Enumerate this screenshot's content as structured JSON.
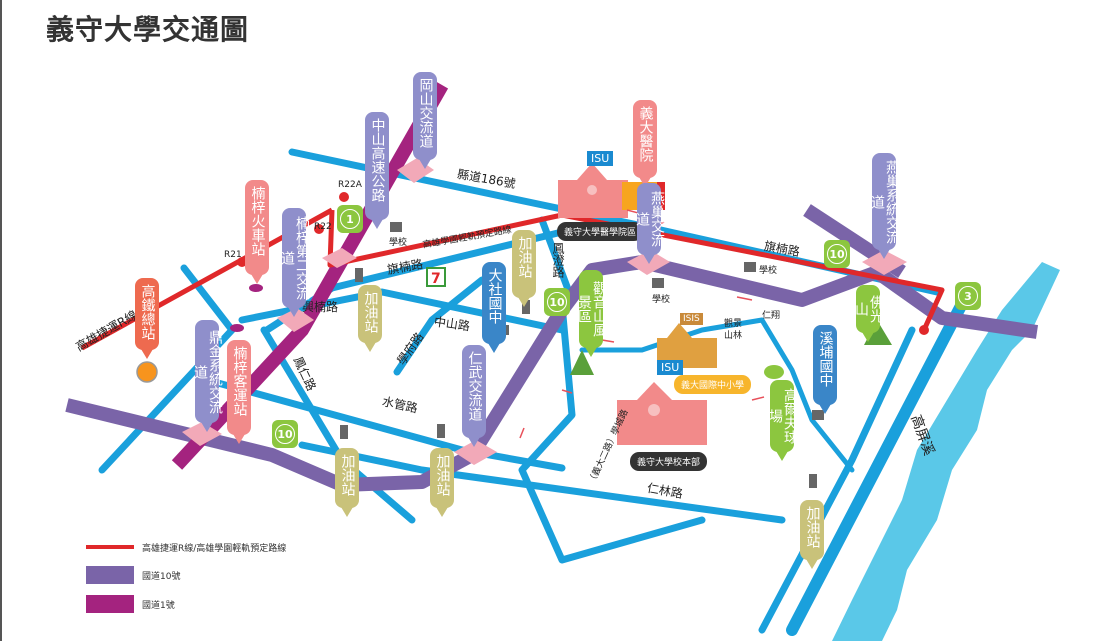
{
  "title": "義守大學交通圖",
  "colors": {
    "road": "#1aa0dc",
    "mrt": "#e0282a",
    "freeway10": "#7a64a8",
    "freeway1": "#a4237f",
    "river": "#5ac8e8",
    "interchange": "#8f8fcb",
    "station": "#f28a8a",
    "gas": "#c9c27a",
    "school": "#3a86c8",
    "green": "#8cc63f",
    "hsr": "#ee6a4f"
  },
  "callouts": [
    "岡山交流道",
    "中山高速公路",
    "楠梓火車站",
    "楠梓第二交流道",
    "高鐵總站",
    "鼎金系統交流道",
    "楠梓客運站",
    "加油站",
    "大社國中",
    "加油站",
    "仁武交流道",
    "加油站",
    "加油站",
    "義大醫院",
    "燕巢交流道",
    "燕巢系統交流道",
    "觀音山風景區",
    "佛光山",
    "溪埔國中",
    "高爾夫球場",
    "加油站"
  ],
  "roads": {
    "county186": "縣道186號",
    "lightrail": "高雄學園輕軌預定路線",
    "qinan_left": "旗楠路",
    "xingnan": "興楠路",
    "zhongshan": "中山路",
    "xuefu": "學府路",
    "fengren": "鳳仁路",
    "shuiguan": "水管路",
    "renlin": "仁林路",
    "qinan_right": "旗楠路",
    "fengcheng": "鳳澄路",
    "mrt_r": "高雄捷運R線",
    "river": "高屏溪",
    "yida2": "（義大二路）學城路"
  },
  "stations": [
    "R21",
    "R22",
    "R22A"
  ],
  "freeway_signs": [
    "1",
    "10",
    "10",
    "3",
    "10"
  ],
  "places": {
    "school": "學校",
    "guanjing": "觀景山林",
    "renxiang": "仁翔",
    "isis": "ISIS",
    "isu": "ISU",
    "medical": "義守大學醫學院區",
    "intl": "義大國際中小學",
    "main": "義守大學校本部"
  },
  "legend": [
    {
      "label": "高雄捷運R線/高雄學園輕軌預定路線",
      "color": "#e0282a"
    },
    {
      "label": "國道10號",
      "color": "#7a64a8"
    },
    {
      "label": "國道1號",
      "color": "#a4237f"
    }
  ]
}
